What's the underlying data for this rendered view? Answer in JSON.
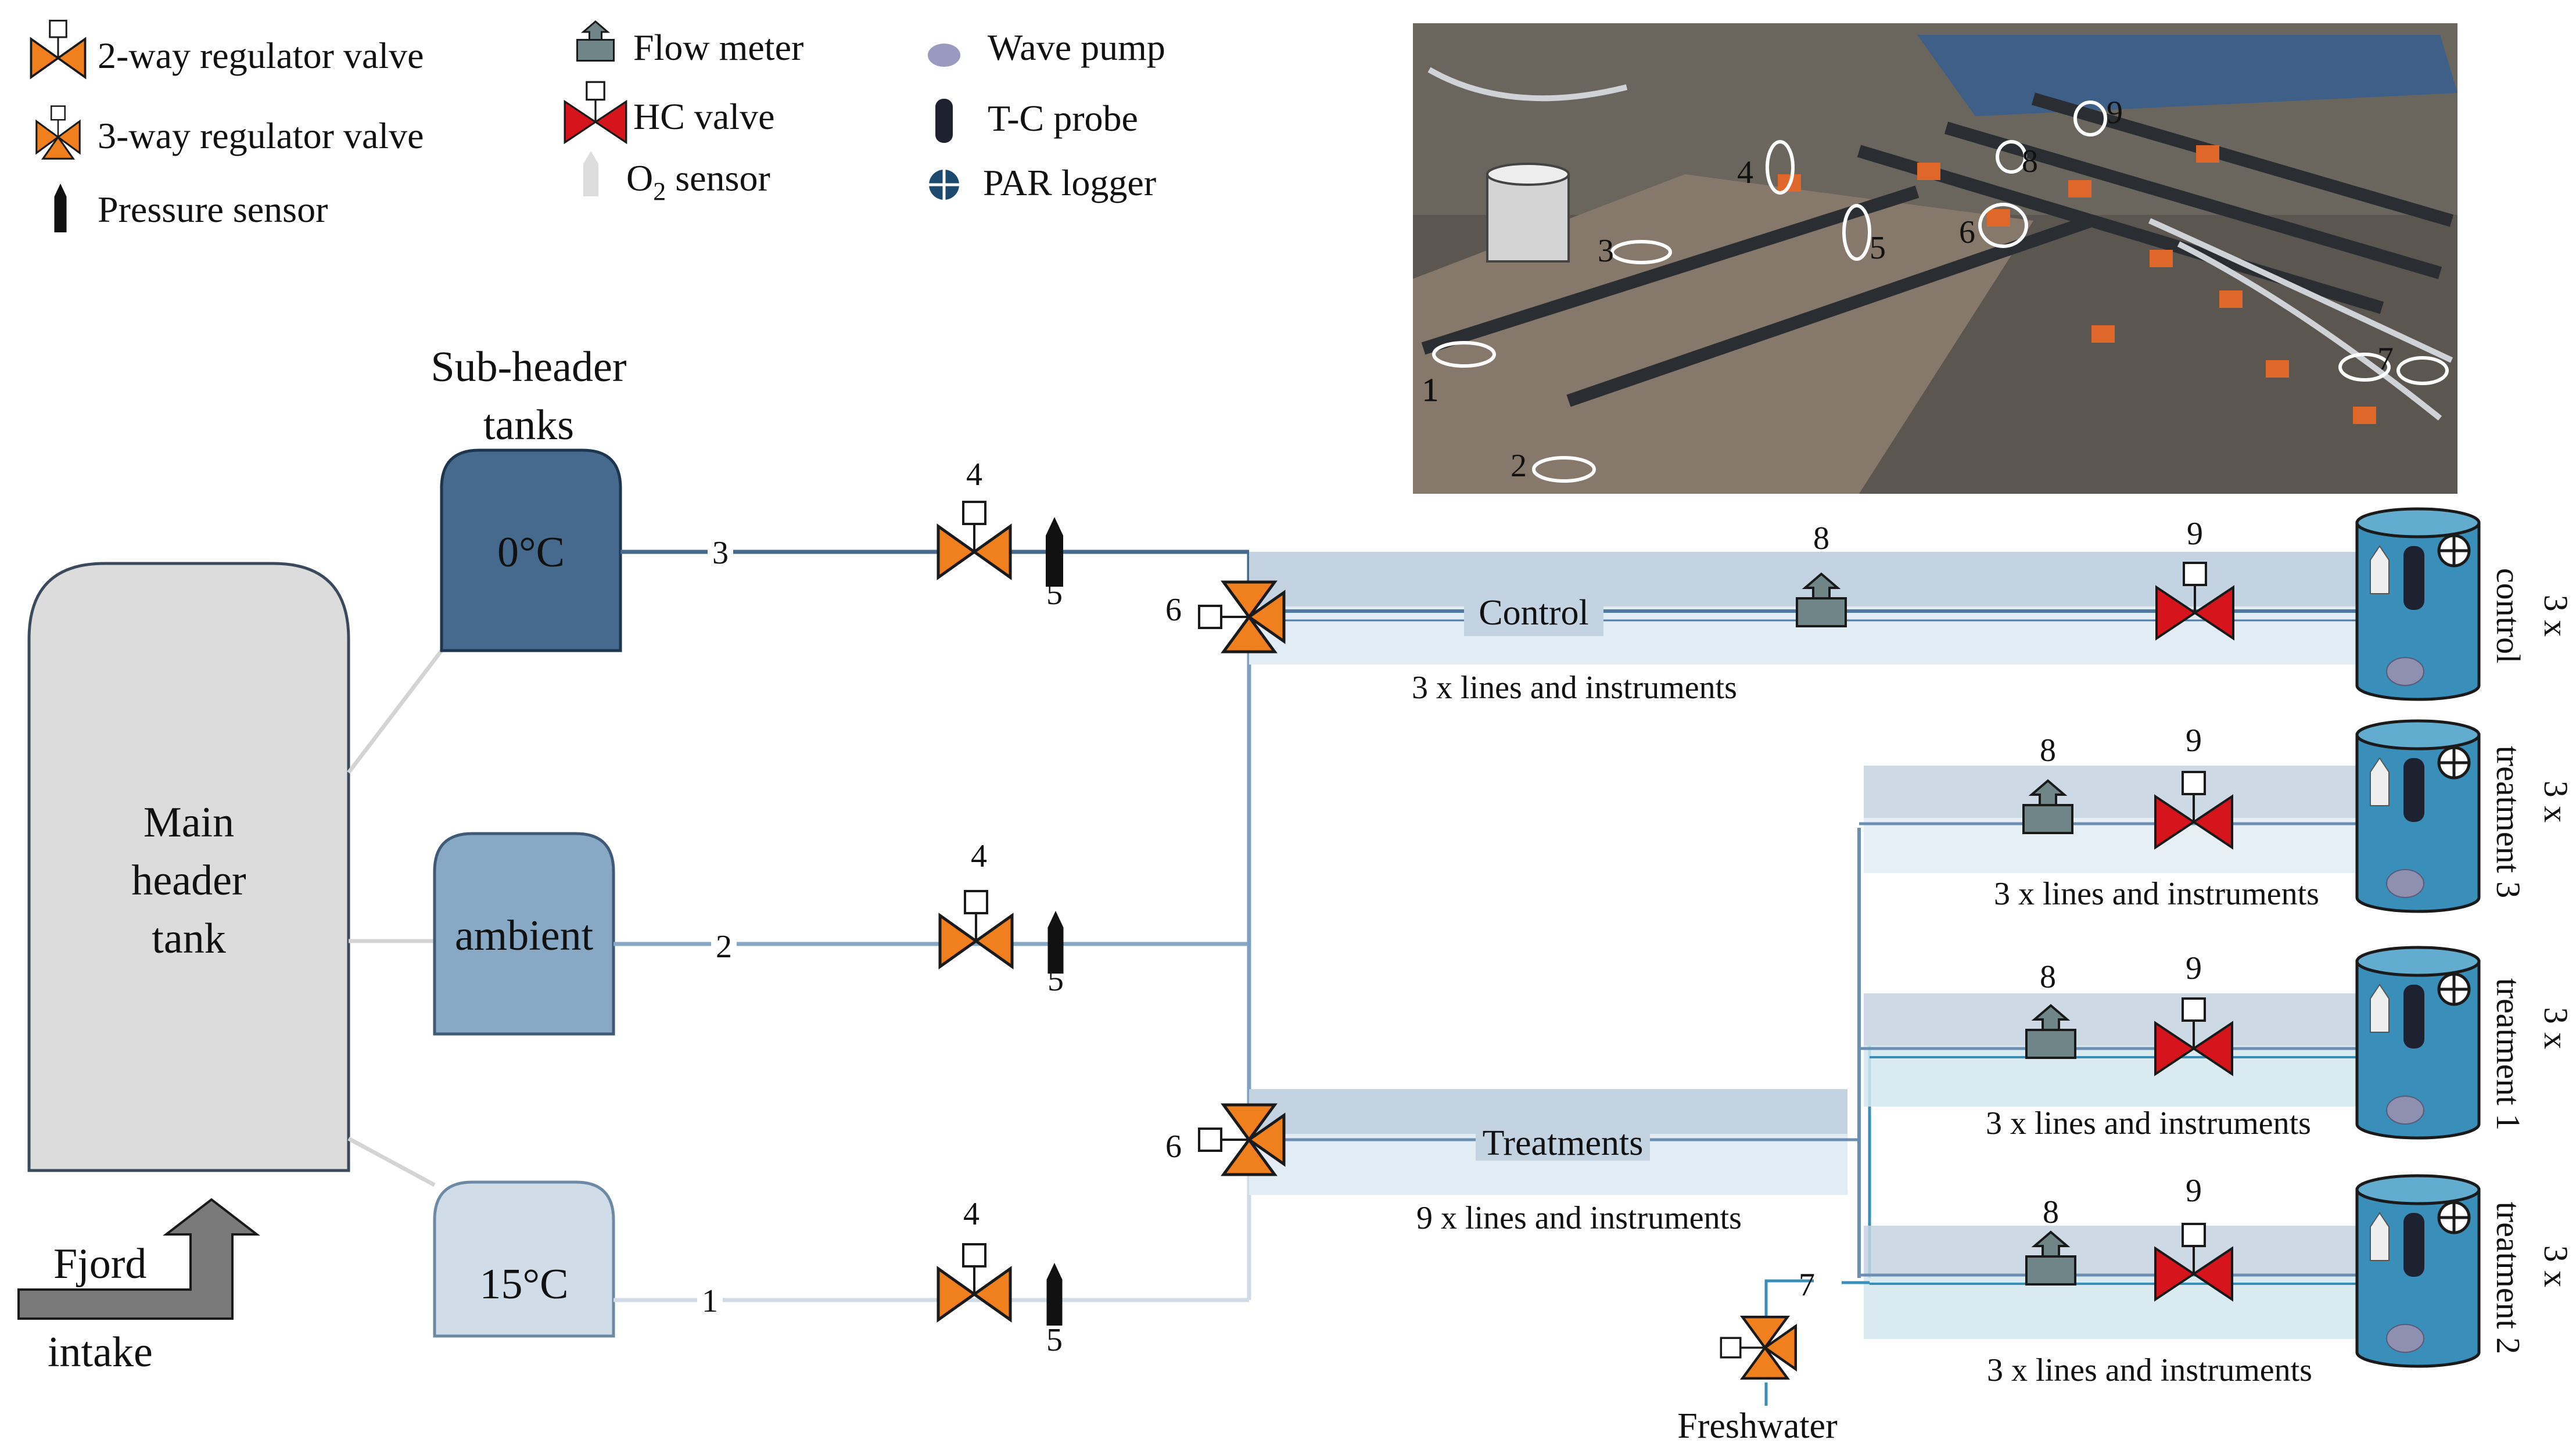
{
  "legend": [
    {
      "label": "2-way regulator valve",
      "icon": "2-way-regulator-valve-icon"
    },
    {
      "label": "3-way regulator valve",
      "icon": "3-way-regulator-valve-icon"
    },
    {
      "label": "Pressure sensor",
      "icon": "pressure-sensor-icon"
    },
    {
      "label": "Flow meter",
      "icon": "flow-meter-icon"
    },
    {
      "label": "HC valve",
      "icon": "hc-valve-icon"
    },
    {
      "label": "O",
      "sub": "2",
      "suffix": " sensor",
      "icon": "o2-sensor-icon"
    },
    {
      "label": "Wave pump",
      "icon": "wave-pump-icon"
    },
    {
      "label": "T-C probe",
      "icon": "tc-probe-icon"
    },
    {
      "label": "PAR logger",
      "icon": "par-logger-icon"
    }
  ],
  "main_tank": {
    "line1": "Main",
    "line2": "header",
    "line3": "tank"
  },
  "intake": {
    "line1": "Fjord",
    "line2": "intake"
  },
  "subheader": {
    "line1": "Sub-header",
    "line2": "tanks"
  },
  "tanks": {
    "cold": "0°C",
    "ambient": "ambient",
    "warm": "15°C"
  },
  "numbers": {
    "one": "1",
    "two": "2",
    "three": "3",
    "four": "4",
    "five": "5",
    "six": "6",
    "seven": "7",
    "eight": "8",
    "nine": "9"
  },
  "branches": {
    "control": "Control",
    "treatments": "Treatments",
    "control_lines": "3 x lines and instruments",
    "treatments_lines": "9 x lines and instruments",
    "sub_lines": "3 x lines and instruments"
  },
  "freshwater": "Freshwater",
  "outlets": [
    {
      "name": "control",
      "count": "3 x"
    },
    {
      "name": "treatment 3",
      "count": "3 x"
    },
    {
      "name": "treatment 1",
      "count": "3 x"
    },
    {
      "name": "treatment 2",
      "count": "3 x"
    }
  ],
  "photo_callouts": [
    "1",
    "2",
    "3",
    "4",
    "5",
    "6",
    "7",
    "8",
    "9"
  ],
  "colors": {
    "orange": "#f07f1e",
    "red": "#d6141c",
    "tank_cold": "#466a8d",
    "tank_ambient": "#88a9c6",
    "tank_warm": "#d0dce8",
    "main_tank": "#dcdcdc",
    "pipe": "#6a8fb2",
    "band_dark": "#c4d3e2",
    "band_light": "#e2ecf5",
    "outlet": "#3a8fba",
    "flow_meter": "#6f8588"
  }
}
